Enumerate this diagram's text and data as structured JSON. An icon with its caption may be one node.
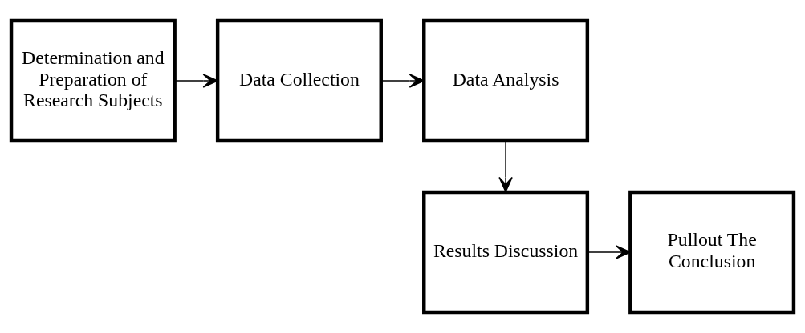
{
  "diagram": {
    "nodes": [
      {
        "text": [
          "Determination and Preparation of Research Subjects"
        ]
      },
      {
        "text": [
          "Data Collection"
        ]
      },
      {
        "text": [
          "Data Analysis"
        ]
      },
      {
        "text": [
          "Results Discussion"
        ]
      },
      {
        "text": [
          "Pullout The Conclusion"
        ]
      }
    ],
    "edges": [
      {
        "from": 0,
        "to": 1,
        "arrow": "to"
      },
      {
        "from": 1,
        "to": 2,
        "arrow": "to"
      },
      {
        "from": 2,
        "to": 3,
        "arrow": "to"
      },
      {
        "from": 3,
        "to": 4,
        "arrow": "to"
      }
    ]
  }
}
